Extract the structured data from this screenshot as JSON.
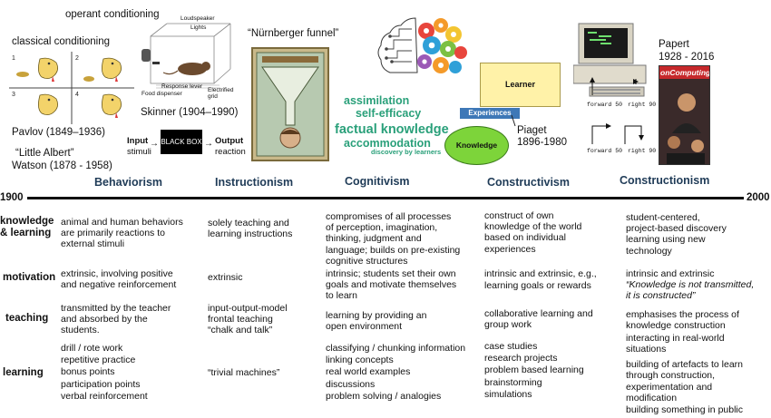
{
  "top": {
    "operant": "operant conditioning",
    "classical": "classical conditioning",
    "pavlov": "Pavlov (1849–1936)",
    "little_albert": "“Little Albert”",
    "watson": "Watson (1878 - 1958)",
    "skinner": "Skinner (1904–1990)",
    "skinner_box": {
      "loudspeaker": "Loudspeaker",
      "lights": "Lights",
      "response_lever": "Response lever",
      "food_dispenser": "Food dispenser",
      "electrified_grid": "Electrified\ngrid"
    },
    "pavlov_panels": [
      "1",
      "2",
      "3",
      "4"
    ],
    "input": "Input",
    "stimuli": "stimuli",
    "black_box": "BLACK BOX",
    "output": "Output",
    "reaction": "reaction",
    "funnel": "“Nürnberger funnel”",
    "brain_words": {
      "assimilation": "assimilation",
      "self_efficacy": "self-efficacy",
      "factual_knowledge": "factual knowledge",
      "accommodation": "accommodation",
      "discovery": "discovery by learners"
    },
    "learner": "Learner",
    "experiences": "Experiences",
    "knowledge": "Knowledge",
    "piaget": "Piaget",
    "piaget_years": "1896-1980",
    "papert": "Papert",
    "papert_years": "1928 - 2016",
    "magazine": "onComputing",
    "turtle": {
      "forward50_a": "forward 50",
      "right90_a": "right 90",
      "forward50_b": "forward 50",
      "right90_b": "right 90"
    }
  },
  "timeline": {
    "start": "1900",
    "end": "2000",
    "columns": [
      "Behaviorism",
      "Instructionism",
      "Cognitivism",
      "Constructivism",
      "Constructionism"
    ]
  },
  "rows": [
    {
      "label": "knowledge\n& learning",
      "cells": [
        "animal and human behaviors\nare primarily reactions to\nexternal stimuli",
        "solely teaching and\nlearning instructions",
        "compromises of all processes\nof perception, imagination,\nthinking, judgment and\nlanguage; builds on pre-existing\ncognitive structures",
        "construct of own\nknowledge of the world\nbased on individual\nexperiences",
        "student-centered,\nproject-based discovery\nlearning using new\ntechnology"
      ]
    },
    {
      "label": "motivation",
      "cells": [
        "extrinsic, involving positive\nand negative reinforcement",
        "extrinsic",
        "intrinsic; students set their own\ngoals and motivate themselves\nto learn",
        "intrinsic and extrinsic, e.g.,\nlearning goals or rewards",
        "intrinsic and extrinsic"
      ],
      "quote": "“Knowledge is not transmitted,\nit is constructed”"
    },
    {
      "label": "teaching",
      "cells": [
        "transmitted by the teacher\nand absorbed by the\nstudents.",
        "input-output-model\nfrontal teaching\n“chalk and talk”",
        "learning by providing an\nopen environment",
        "collaborative learning and\ngroup work",
        "emphasises the process of\nknowledge construction"
      ],
      "extra": "interacting in real-world\nsituations"
    },
    {
      "label": "learning",
      "cells": [
        "drill / rote work\nrepetitive practice\nbonus points\nparticipation points\nverbal reinforcement",
        "“trivial machines”",
        "classifying / chunking information\nlinking concepts\nreal world examples\ndiscussions\nproblem solving / analogies",
        "case studies\nresearch projects\nproblem based learning\nbrainstorming\nsimulations",
        "building of artefacts to  learn\nthrough  construction,\nexperimentation and\nmodification\nbuilding something in public"
      ]
    }
  ],
  "colors": {
    "header": "#1f3b57",
    "brain_green": "#2aa07a",
    "learner_fill": "#fff2a8",
    "knowledge_fill": "#7dd43a",
    "experiences_fill": "#3e78b7"
  }
}
